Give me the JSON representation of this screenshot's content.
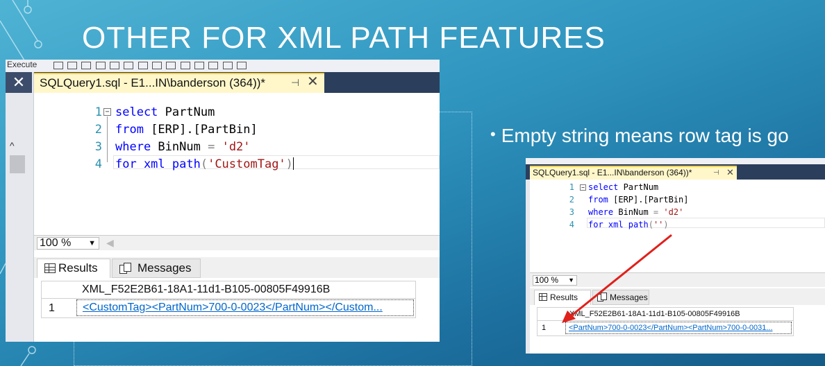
{
  "slide": {
    "title": "OTHER FOR XML PATH FEATURES",
    "bullet_text": "Empty string means row tag is go"
  },
  "left_screenshot": {
    "toolbar_text": "Execute",
    "tab_title": "SQLQuery1.sql - E1...IN\\banderson (364))*",
    "code_lines": [
      {
        "num": "1",
        "tokens": [
          {
            "t": "kw",
            "v": "select"
          },
          {
            "t": "plain",
            "v": " PartNum"
          }
        ]
      },
      {
        "num": "2",
        "tokens": [
          {
            "t": "kw",
            "v": "from"
          },
          {
            "t": "plain",
            "v": " [ERP].[PartBin]"
          }
        ]
      },
      {
        "num": "3",
        "tokens": [
          {
            "t": "kw",
            "v": "where"
          },
          {
            "t": "plain",
            "v": " BinNum "
          },
          {
            "t": "gr",
            "v": "="
          },
          {
            "t": "plain",
            "v": " "
          },
          {
            "t": "str",
            "v": "'d2'"
          }
        ]
      },
      {
        "num": "4",
        "tokens": [
          {
            "t": "kw",
            "v": "for xml path"
          },
          {
            "t": "gr",
            "v": "("
          },
          {
            "t": "str",
            "v": "'CustomTag'"
          },
          {
            "t": "gr",
            "v": ")"
          }
        ]
      }
    ],
    "zoom": "100 %",
    "results_tab": "Results",
    "messages_tab": "Messages",
    "column_header": "XML_F52E2B61-18A1-11d1-B105-00805F49916B",
    "row_number": "1",
    "row_value": "<CustomTag><PartNum>700-0-0023</PartNum></Custom..."
  },
  "right_screenshot": {
    "tab_title": "SQLQuery1.sql - E1...IN\\banderson (364))*",
    "code_lines": [
      {
        "num": "1",
        "tokens": [
          {
            "t": "kw",
            "v": "select"
          },
          {
            "t": "plain",
            "v": " PartNum"
          }
        ]
      },
      {
        "num": "2",
        "tokens": [
          {
            "t": "kw",
            "v": "from"
          },
          {
            "t": "plain",
            "v": " [ERP].[PartBin]"
          }
        ]
      },
      {
        "num": "3",
        "tokens": [
          {
            "t": "kw",
            "v": "where"
          },
          {
            "t": "plain",
            "v": " BinNum "
          },
          {
            "t": "gr",
            "v": "="
          },
          {
            "t": "plain",
            "v": " "
          },
          {
            "t": "str",
            "v": "'d2'"
          }
        ]
      },
      {
        "num": "4",
        "tokens": [
          {
            "t": "kw",
            "v": "for xml path"
          },
          {
            "t": "gr",
            "v": "("
          },
          {
            "t": "str",
            "v": "''"
          },
          {
            "t": "gr",
            "v": ")"
          }
        ]
      }
    ],
    "zoom": "100 %",
    "results_tab": "Results",
    "messages_tab": "Messages",
    "column_header": "XML_F52E2B61-18A1-11d1-B105-00805F49916B",
    "row_number": "1",
    "row_value": "<PartNum>700-0-0023</PartNum><PartNum>700-0-0031..."
  },
  "colors": {
    "arrow": "#e0201b",
    "keyword": "#0000ff",
    "string": "#a31515",
    "line_number": "#2b91af",
    "link": "#0066cc",
    "tab_bar": "#2b3e5c",
    "active_tab": "#fff7c9"
  },
  "icons": [
    "close-icon",
    "pin-icon",
    "chevron-down-icon",
    "grid-icon",
    "messages-icon",
    "collapse-icon",
    "scroll-up-icon",
    "arrow-annotation"
  ]
}
